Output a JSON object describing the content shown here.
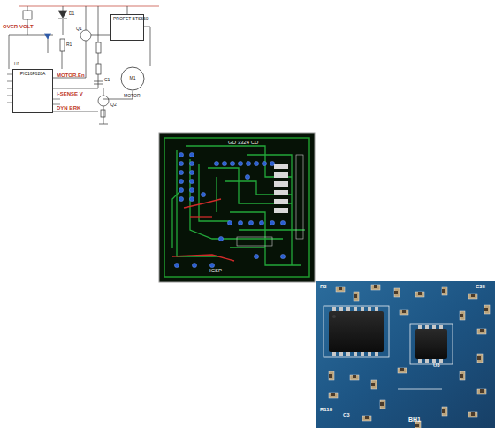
{
  "diagram": {
    "nodes": [
      {
        "text": [
          "PIC16F628A"
        ]
      },
      {
        "text": [
          "PROFET BTS660"
        ]
      },
      {
        "text": [
          "M1"
        ]
      }
    ],
    "labels": [
      "OVER-VOLT",
      "MOTOR.En",
      "I-SENSE V",
      "DYN BRK",
      "MOTOR",
      "U1",
      "Q1",
      "Q2",
      "D1",
      "R1",
      "C1",
      "GD 3324 CD",
      "ICSP",
      "C35",
      "R3",
      "U3",
      "BH1",
      "R118",
      "C3"
    ]
  }
}
